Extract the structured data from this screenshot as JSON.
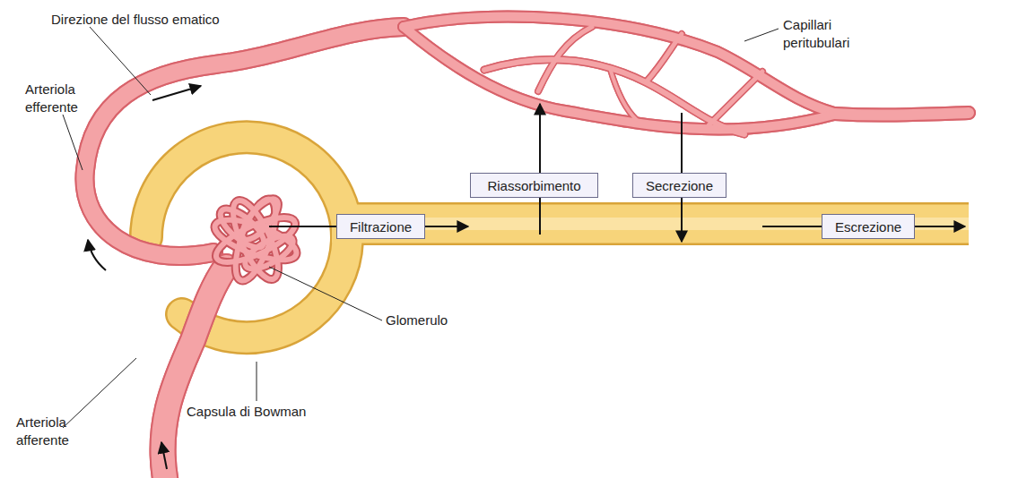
{
  "diagram": {
    "nodes": [
      {
        "text": [
          "Riassorbimento"
        ]
      },
      {
        "text": [
          "Secrezione"
        ]
      },
      {
        "text": [
          "Filtrazione"
        ]
      },
      {
        "text": [
          "Escrezione"
        ]
      }
    ],
    "labels": [
      "Direzione del flusso ematico",
      "Capillari peritubulari",
      "Arteriola efferente",
      "Glomerulo",
      "Capsula di Bowman",
      "Arteriola afferente"
    ]
  }
}
